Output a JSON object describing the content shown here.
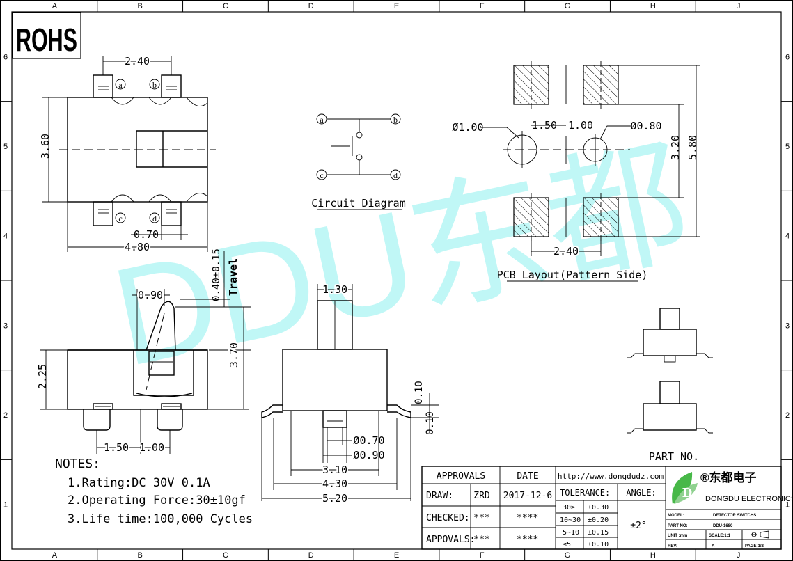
{
  "grid": {
    "columns": [
      "A",
      "B",
      "C",
      "D",
      "E",
      "F",
      "G",
      "H",
      "J"
    ],
    "rows": [
      "6",
      "5",
      "4",
      "3",
      "2",
      "1"
    ]
  },
  "badge": {
    "rohs": "ROHS"
  },
  "watermark": "DDU东都",
  "top_view": {
    "dim_width_top": "2.40",
    "dim_height": "3.60",
    "dim_pin_width": "0.70",
    "dim_total_width": "4.80",
    "pins": [
      "a",
      "b",
      "c",
      "d"
    ]
  },
  "circuit": {
    "pins": [
      "a",
      "b",
      "c",
      "d"
    ],
    "title": "Circuit Diagram"
  },
  "pcb": {
    "title": "PCB Layout(Pattern Side)",
    "dia_left": "Ø1.00",
    "dia_right": "Ø0.80",
    "dim_hole_offset": "1.50",
    "dim_hole_gap": "1.00",
    "dim_inner_height": "3.20",
    "dim_outer_height": "5.80",
    "dim_pad_width": "2.40"
  },
  "side_view": {
    "dim_lever": "0.90",
    "dim_travel": "0.40±0.15",
    "travel_label": "Travel",
    "dim_body_height": "2.25",
    "dim_total_height": "3.70",
    "dim_peg_left": "1.50",
    "dim_peg_right": "1.00"
  },
  "front_view": {
    "dim_stem": "1.30",
    "dim_lead_top": "0.10",
    "dim_lead_bottom": "0.10",
    "dim_peg_inner": "Ø0.70",
    "dim_peg_outer": "Ø0.90",
    "dim_w1": "3.10",
    "dim_w2": "4.30",
    "dim_w3": "5.20"
  },
  "part_no_label": "PART NO.",
  "notes": {
    "heading": "NOTES:",
    "items": [
      "1.Rating:DC 30V 0.1A",
      "2.Operating Force:30±10gf",
      "3.Life time:100,000 Cycles"
    ]
  },
  "title_block": {
    "approvals_header": "APPROVALS",
    "date_header": "DATE",
    "website": "http://www.dongdudz.com",
    "rows": [
      {
        "label": "DRAW:",
        "name": "ZRD",
        "date": "2017-12-6"
      },
      {
        "label": "CHECKED:",
        "name": "***",
        "date": "****"
      },
      {
        "label": "APPOVALS:",
        "name": "***",
        "date": "****"
      }
    ],
    "tolerance_header": "TOLERANCE:",
    "angle_header": "ANGLE:",
    "tolerances": [
      {
        "range": "30≥",
        "value": "±0.30"
      },
      {
        "range": "10~30",
        "value": "±0.20"
      },
      {
        "range": "5~10",
        "value": "±0.15"
      },
      {
        "range": "≤5",
        "value": "±0.10"
      }
    ],
    "angle_value": "±2°",
    "company_cn": "®东都电子",
    "company_en": "DONGDU ELECTRONICS",
    "info": [
      {
        "key": "MODEL:",
        "value": "DETECTOR SWITCHS"
      },
      {
        "key": "PART NO:",
        "value": "DDU-1680"
      },
      {
        "key": "UNIT :mm",
        "value": "SCALE:1:1"
      },
      {
        "key": "REV:",
        "value": "A"
      }
    ],
    "page": "PAGE:1/2"
  }
}
